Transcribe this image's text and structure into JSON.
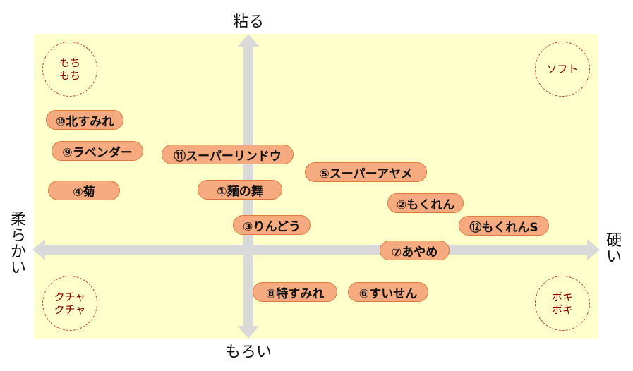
{
  "axes": {
    "top": "粘る",
    "bottom": "もろい",
    "left": "柔\nら\nか\nい",
    "right": "硬\nい"
  },
  "corners": {
    "top_left": "もち\nもち",
    "top_right": "ソフト",
    "bottom_left": "クチャ\nクチャ",
    "bottom_right": "ボキ\nボキ"
  },
  "items": [
    {
      "label": "⑩北すみれ"
    },
    {
      "label": "⑨ラベンダー"
    },
    {
      "label": "⑪スーパーリンドウ"
    },
    {
      "label": "⑤スーパーアヤメ"
    },
    {
      "label": "④菊"
    },
    {
      "label": "①麺の舞"
    },
    {
      "label": "②もくれん"
    },
    {
      "label": "③りんどう"
    },
    {
      "label": "⑫もくれんS"
    },
    {
      "label": "⑦あやめ"
    },
    {
      "label": "⑧特すみれ"
    },
    {
      "label": "⑥すいせん"
    }
  ],
  "colors": {
    "field": "#ffffcc",
    "axis": "#d9d9d9",
    "pill_fill": "#f5aa80",
    "pill_border": "#e07a3c",
    "corner_text": "#8b0000",
    "corner_border": "#c0392b"
  }
}
